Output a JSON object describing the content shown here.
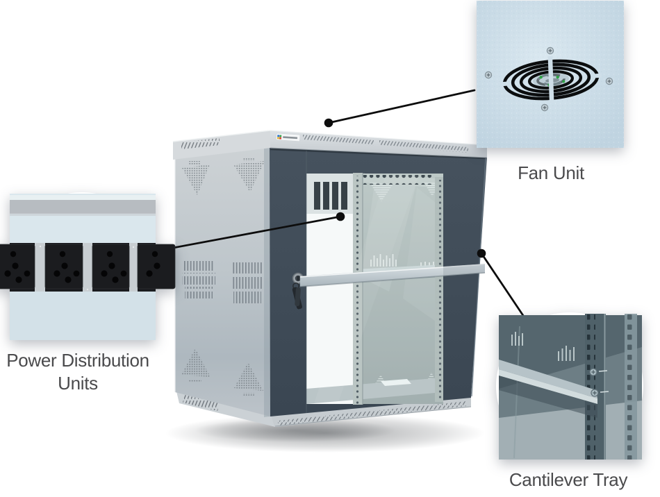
{
  "callouts": {
    "fan": {
      "label": "Fan Unit"
    },
    "pdu": {
      "label": "Power Distribution Units"
    },
    "tray": {
      "label": "Cantilever Tray"
    }
  },
  "icons": {
    "fan_grille": "fan-grille-icon",
    "power_socket": "power-socket-icon",
    "lock": "lock-icon",
    "keys": "keys-icon",
    "screw": "screw-icon",
    "rack_rail": "rack-rail",
    "vent_perforations": "vent-perforation-icon"
  },
  "colors": {
    "background": "#ffffff",
    "label_text": "#4a4a4c",
    "connector_line": "#0d0d0d",
    "callout_ring": "#ffffff",
    "cabinet_body": "#c6ccd1",
    "cabinet_cap": "#d6dadd",
    "door_frame": "#424e5a",
    "glass_interior": "#aeb9b7",
    "fan_plate": "#cfdfe9",
    "fan_grille": "#0b0d0e",
    "fan_led_green": "#2ea344",
    "pdu_strip": "#1a1b1e",
    "pdu_background": "#dae7ed",
    "tray_interior": "#6d7e85",
    "tray_shelf": "#b6c3c8"
  }
}
